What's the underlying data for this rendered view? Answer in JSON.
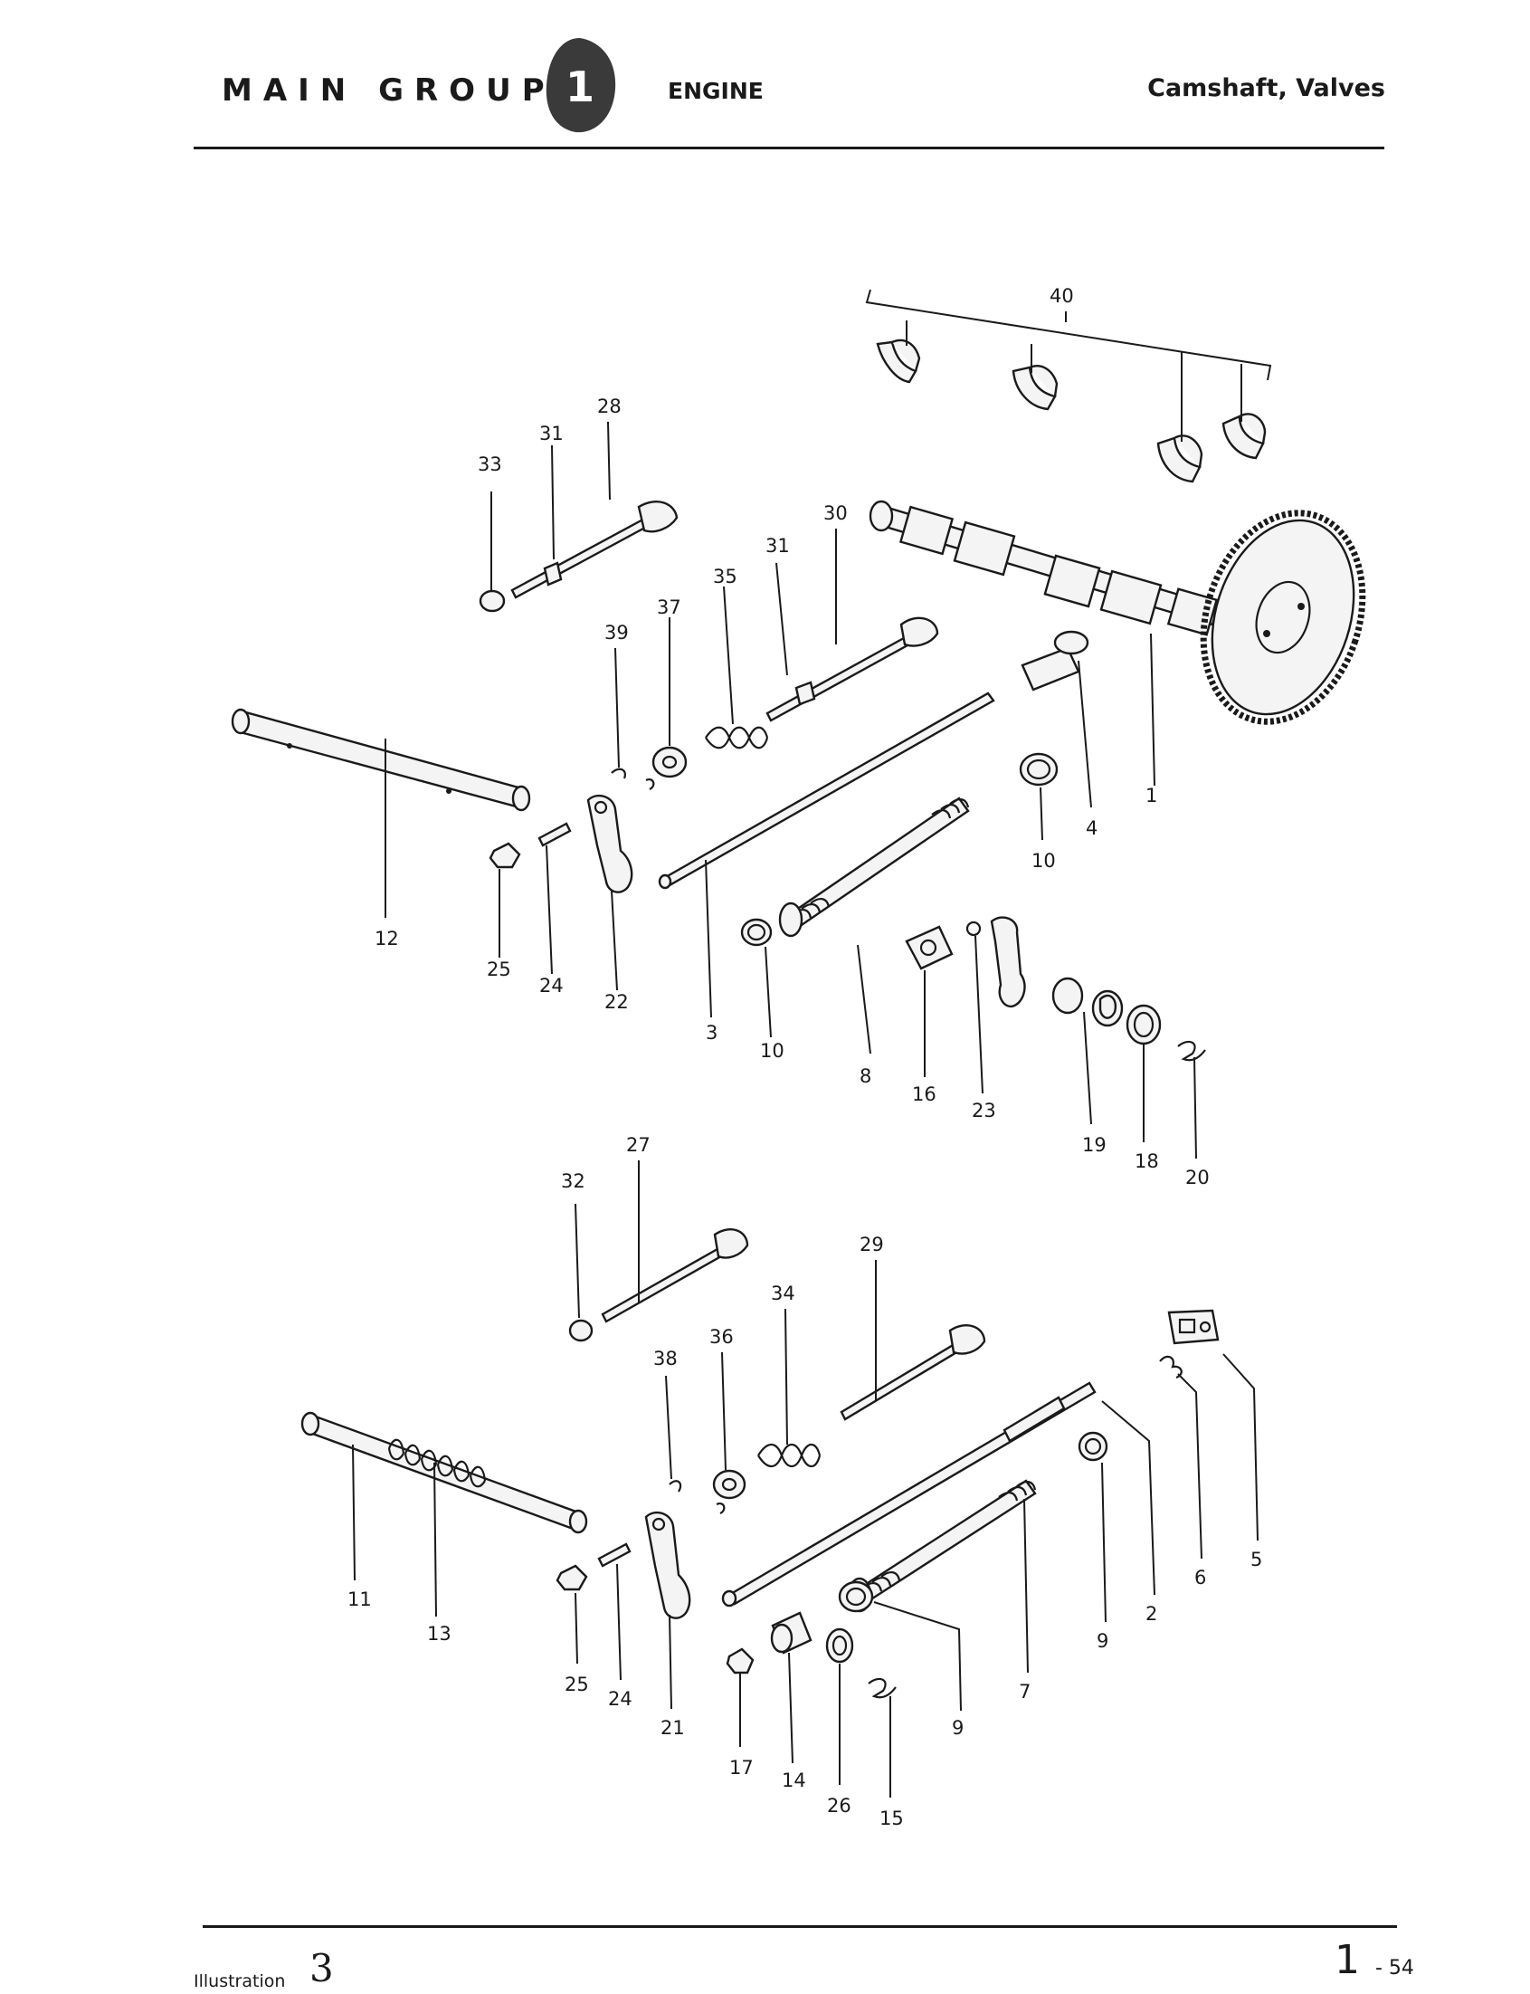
{
  "header": {
    "main_group": "MAIN GROUP",
    "group_number": "1",
    "engine": "ENGINE",
    "section_title": "Camshaft, Valves"
  },
  "footer": {
    "illustration_label": "Illustration",
    "illustration_number": "3",
    "page_number": "1",
    "page_suffix": "- 54"
  },
  "callouts": [
    "40",
    "28",
    "31",
    "33",
    "30",
    "31",
    "35",
    "37",
    "39",
    "1",
    "4",
    "12",
    "10",
    "25",
    "24",
    "22",
    "3",
    "10",
    "8",
    "16",
    "23",
    "19",
    "18",
    "20",
    "27",
    "32",
    "29",
    "34",
    "36",
    "38",
    "5",
    "6",
    "11",
    "13",
    "25",
    "24",
    "21",
    "2",
    "9",
    "7",
    "9",
    "17",
    "14",
    "26",
    "15"
  ]
}
